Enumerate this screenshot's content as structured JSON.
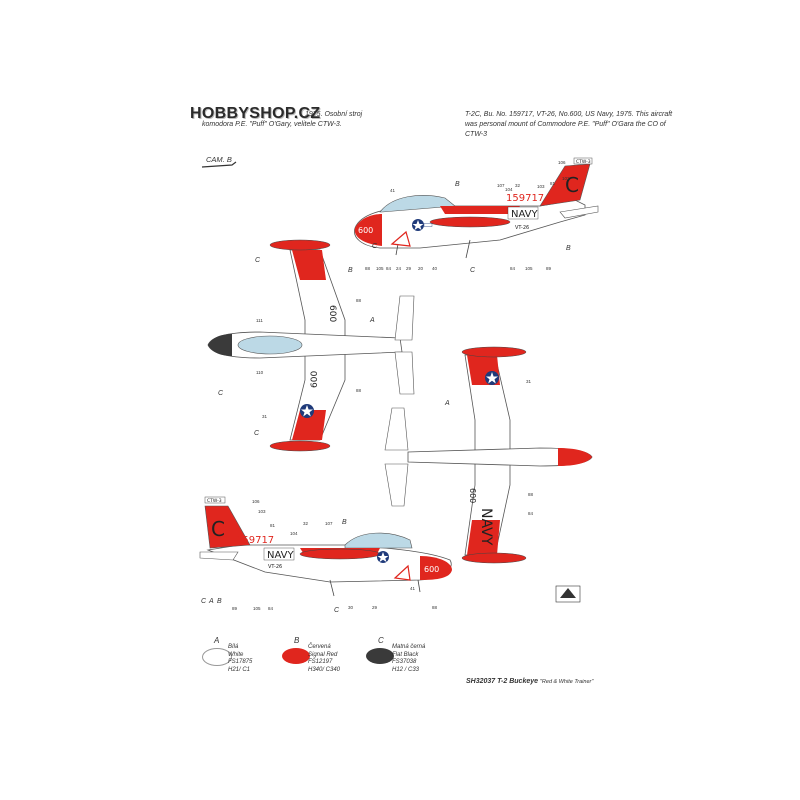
{
  "header": {
    "watermark": "HOBBYSHOP.CZ",
    "cz_caption_tail": "1975. Osobní stroj",
    "cz_caption_line2": "komodora P.E. \"Puff\" O'Gary, velitele CTW-3.",
    "en_caption_line1": "T-2C, Bu. No. 159717, VT-26, No.600, US Navy, 1975. This aircraft",
    "en_caption_line2": "was personal mount of Commodore P.E. \"Puff\" O'Gara the CO of",
    "en_caption_line3": "CTW-3"
  },
  "camo_label": "CAM. B",
  "markings": {
    "serial": "159717",
    "navy": "NAVY",
    "modex": "600",
    "tail_letter": "C",
    "unit": "VT-26",
    "wing": "CTW-3"
  },
  "zone_letters": {
    "a": "A",
    "b": "B",
    "c": "C"
  },
  "callouts": {
    "n106": "106",
    "n102": "102",
    "n81": "81",
    "n103": "103",
    "n104": "104",
    "n107": "107",
    "n32": "32",
    "n41": "41",
    "n88": "88",
    "n105": "105",
    "n84": "84",
    "n24": "24",
    "n29": "29",
    "n20": "20",
    "n40": "40",
    "n89": "89",
    "n111": "111",
    "n110": "110",
    "n31": "31",
    "n30": "30"
  },
  "legend": [
    {
      "letter": "A",
      "cz": "Bílá",
      "en": "White",
      "fs": "FS17875",
      "paint": "H21/ C1",
      "color": "#ffffff"
    },
    {
      "letter": "B",
      "cz": "Červená",
      "en": "Signal Red",
      "fs": "FS12197",
      "paint": "H340/ C340",
      "color": "#e0261e"
    },
    {
      "letter": "C",
      "cz": "Matná černá",
      "en": "Flat Black",
      "fs": "FS37038",
      "paint": "H12 / C33",
      "color": "#3a3a3a"
    }
  ],
  "footer": {
    "code": "SH32037",
    "model": "T-2 Buckeye",
    "subtitle": "\"Red & White Trainer\""
  },
  "colors": {
    "red": "#e0261e",
    "black": "#3a3a3a",
    "outline": "#555555",
    "canopy": "#bcd9e6"
  }
}
